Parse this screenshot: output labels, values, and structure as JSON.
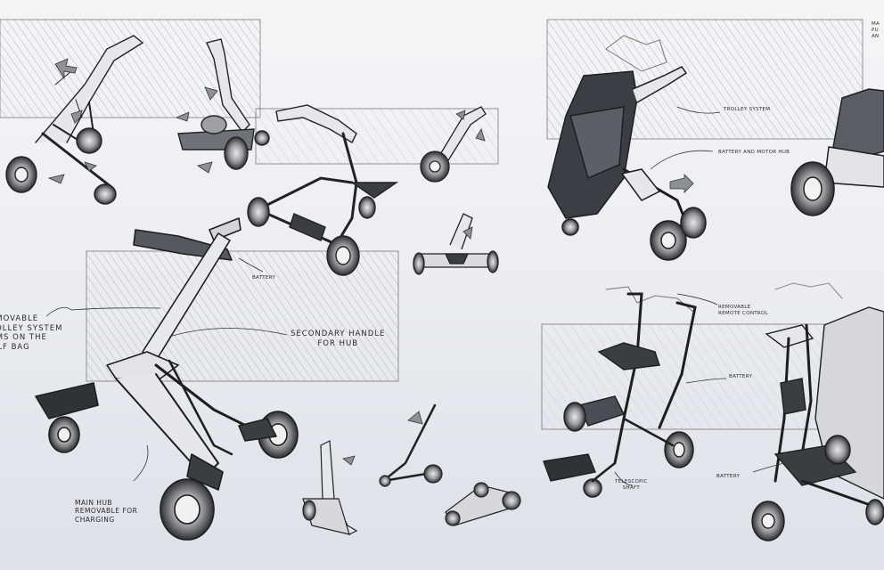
{
  "annotations": {
    "removable_trolley": "Removable\ntrolley system\narms on the\ngolf bag",
    "secondary_handle": "Secondary handle\nfor hub",
    "main_hub": "Main hub\nremovable for\ncharging",
    "battery_small": "Battery",
    "trolley_system": "Trolley system",
    "battery_motor_hub": "Battery and motor hub",
    "removable_remote": "Removable\nremote control",
    "battery_right": "Battery",
    "battery_bottom_right": "Battery",
    "telescopic_shaft": "Telescopic\nshaft",
    "corner_note": "Ma\npu\nan"
  },
  "icons": [
    "direction-arrow-icon"
  ],
  "colors": {
    "ink": "#222222",
    "hatch": "#c9ccd2",
    "dark_fill": "#3a3d42"
  }
}
